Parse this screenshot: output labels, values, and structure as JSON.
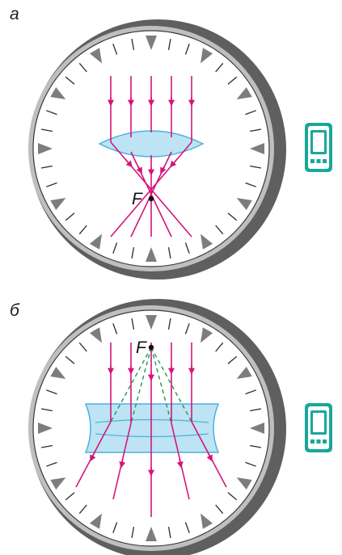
{
  "panels": [
    {
      "id": "a",
      "label": "а",
      "lens_type": "converging",
      "focus_label": "F",
      "icon": "mobile-phone-icon"
    },
    {
      "id": "b",
      "label": "б",
      "lens_type": "diverging",
      "focus_label": "F",
      "icon": "mobile-phone-icon"
    }
  ],
  "colors": {
    "ray": "#d4147c",
    "virtual_ray": "#1f9a4a",
    "lens_fill": "#bde3f4",
    "lens_stroke": "#4fb0dc",
    "dial_rim": "#8a8a8a",
    "dial_face": "#ffffff",
    "tick": "#2a2a2a",
    "triangle_marker": "#7d7d7d",
    "icon_color": "#19a79a"
  }
}
